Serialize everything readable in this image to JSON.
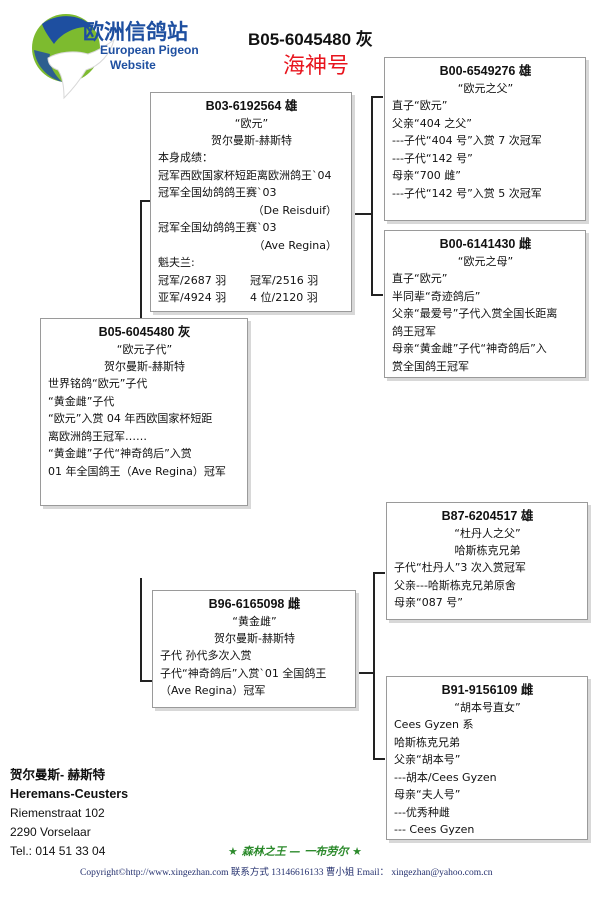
{
  "logo": {
    "cn_text": "欧洲信鸽站",
    "en_line1": "European Pigeon",
    "en_line2": "Website"
  },
  "header": {
    "ring": "B05-6045480 灰",
    "name": "海神号"
  },
  "subject": {
    "title": "B05-6045480  灰",
    "subtitle": "“欧元子代”",
    "breeder": "贺尔曼斯-赫斯特",
    "lines": [
      "世界铭鸽“欧元”子代",
      " “黄金雌”子代",
      "“欧元”入赏 04 年西欧国家杯短距",
      "离欧洲鸽王冠军……",
      "“黄金雌”子代“神奇鸽后”入赏",
      "01 年全国鸽王（Ave Regina）冠军"
    ]
  },
  "sire": {
    "title": "B03-6192564    雄",
    "subtitle": "“欧元”",
    "breeder": "贺尔曼斯-赫斯特",
    "lines": [
      "本身成绩：",
      "冠军西欧国家杯短距离欧洲鸽王`04",
      "冠军全国幼鸽鸽王赛`03"
    ],
    "r1": "（De Reisduif）",
    "lines2": [
      "冠军全国幼鸽鸽王赛`03"
    ],
    "r2": "（Ave Regina）",
    "champ_label": "魁夫兰:",
    "results": [
      [
        "冠军/2687 羽",
        "冠军/2516 羽"
      ],
      [
        "亚军/4924 羽",
        "4 位/2120 羽"
      ]
    ]
  },
  "dam": {
    "title": "B96-6165098    雌",
    "subtitle": "“黄金雌”",
    "breeder": "贺尔曼斯-赫斯特",
    "lines": [
      "子代  孙代多次入赏",
      "子代“神奇鸽后”入赏`01 全国鸽王",
      "（Ave Regina）冠军"
    ]
  },
  "ss": {
    "title": "B00-6549276    雄",
    "subtitle": "“欧元之父”",
    "lines": [
      "直子“欧元”",
      "父亲“404 之父”",
      "---子代“404 号”入赏 7 次冠军",
      "---子代“142 号”",
      "母亲“700 雌”",
      "---子代“142 号”入赏 5 次冠军"
    ]
  },
  "sd": {
    "title": "B00-6141430    雌",
    "subtitle": "“欧元之母”",
    "lines": [
      "直子“欧元”",
      "半同辈“奇迹鸽后”",
      "父亲“最爱号”子代入赏全国长距离",
      "鸽王冠军",
      "母亲“黄金雌”子代“神奇鸽后”入",
      "赏全国鸽王冠军"
    ]
  },
  "ds": {
    "title": "B87-6204517    雄",
    "subtitle": "“杜丹人之父”",
    "breeder": "哈斯栋克兄弟",
    "lines": [
      "子代“杜丹人”3 次入赏冠军",
      "父亲---哈斯栋克兄弟原舍",
      "母亲“087 号”"
    ]
  },
  "dd": {
    "title": "B91-9156109    雌",
    "subtitle": "“胡本号直女”",
    "lines": [
      "Cees Gyzen 系",
      "哈斯栋克兄弟",
      "父亲“胡本号”",
      "---胡本/Cees Gyzen",
      "母亲“夫人号”",
      "---优秀种雌",
      "--- Cees Gyzen"
    ]
  },
  "breeder_info": {
    "name_cn": "贺尔曼斯- 赫斯特",
    "name_en": "Heremans-Ceusters",
    "street": "Riemenstraat 102",
    "city": "2290     Vorselaar",
    "tel": "Tel.: 014 51 33 04"
  },
  "slogan": "★  森林之王 — 一布劳尔  ★",
  "footer": "Copyright©http://www.xingezhan.com  联系方式 13146616133  曹小姐  Email： xingezhan@yahoo.com.cn",
  "colors": {
    "accent_red": "#e8141d",
    "logo_blue": "#1e4fa0",
    "logo_green": "#7dbb2f",
    "slogan_green": "#2c8a2c"
  }
}
